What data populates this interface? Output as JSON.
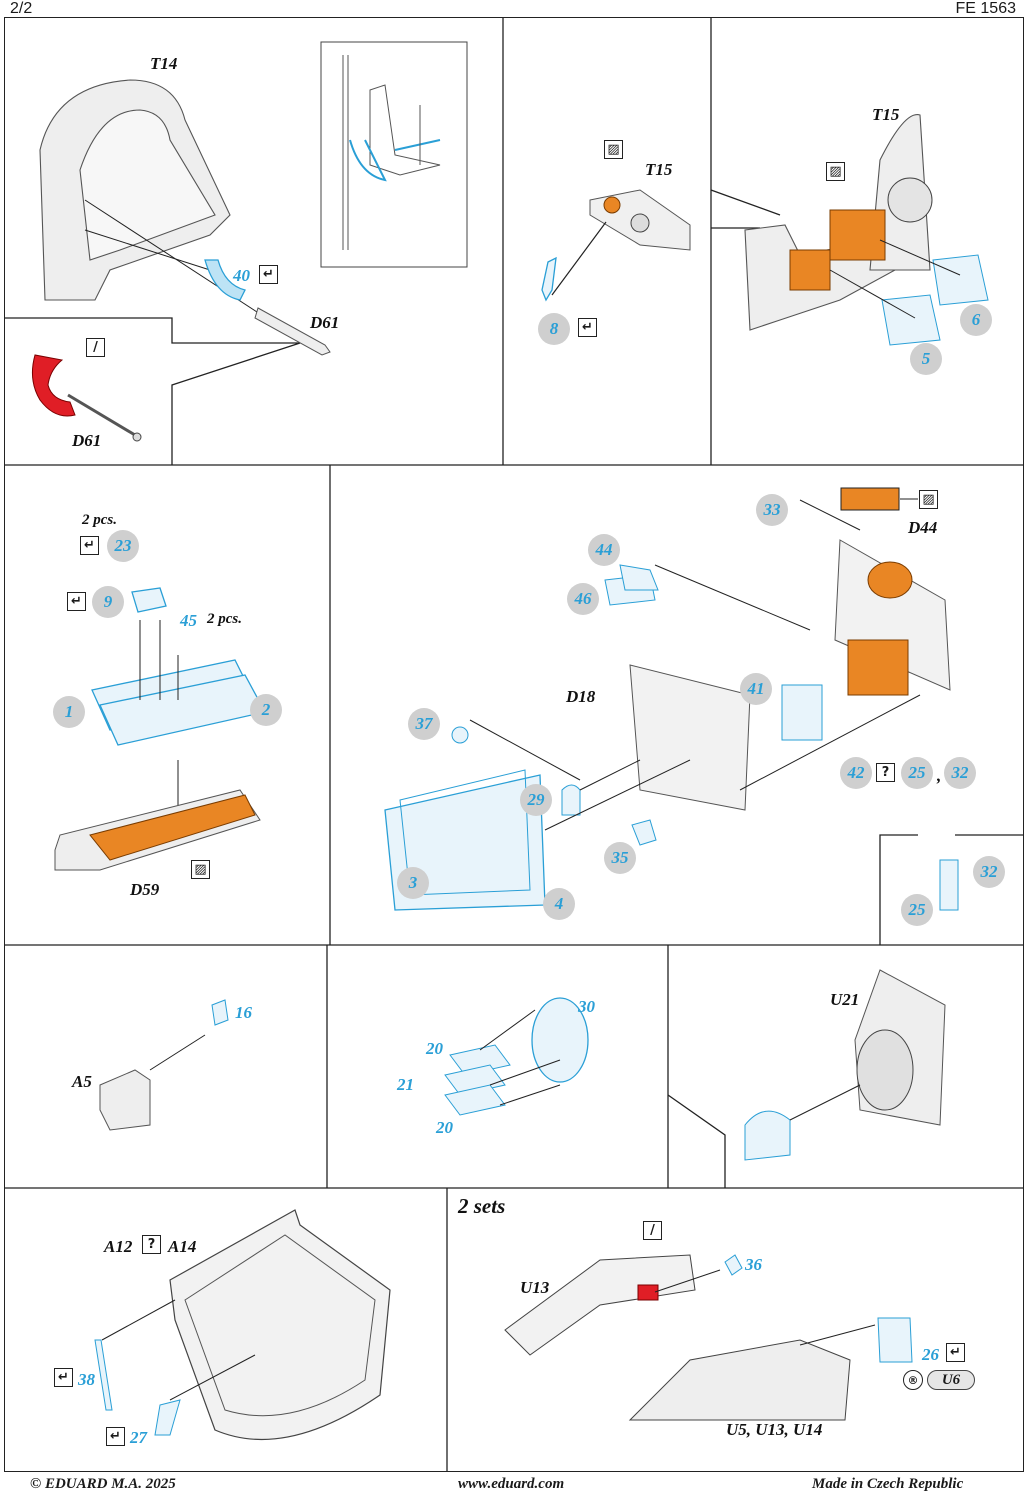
{
  "header": {
    "page": "2/2",
    "code": "FE 1563"
  },
  "footer": {
    "copyright": "© EDUARD  M.A. 2025",
    "website": "www.eduard.com",
    "made_in": "Made in Czech Republic"
  },
  "labels": {
    "t14": "T14",
    "d61_a": "D61",
    "d61_b": "D61",
    "t15_a": "T15",
    "t15_b": "T15",
    "d44": "D44",
    "d18": "D18",
    "d59": "D59",
    "a5": "A5",
    "u21": "U21",
    "a12": "A12",
    "a14": "A14",
    "u13": "U13",
    "u5_u13_u14": "U5, U13, U14",
    "two_sets": "2 sets",
    "pcs_a": "2 pcs.",
    "pcs_b": "2 pcs.",
    "comma": ",",
    "u6": "U6",
    "q": "?"
  },
  "parts": {
    "p40": "40",
    "p8": "8",
    "p6": "6",
    "p5": "5",
    "p23": "23",
    "p9": "9",
    "p45": "45",
    "p1": "1",
    "p2": "2",
    "p33": "33",
    "p44": "44",
    "p46": "46",
    "p41": "41",
    "p37": "37",
    "p29": "29",
    "p42": "42",
    "p25a": "25",
    "p32a": "32",
    "p35": "35",
    "p3": "3",
    "p4": "4",
    "p32b": "32",
    "p25b": "25",
    "p16": "16",
    "p30": "30",
    "p20a": "20",
    "p21": "21",
    "p20b": "20",
    "p36": "36",
    "p26": "26",
    "p38": "38",
    "p27": "27"
  },
  "colors": {
    "photo_etch": "#2a9fd6",
    "paint_orange": "#e98624",
    "paint_red": "#e01e26",
    "badge_grey": "#cfcfcf"
  }
}
